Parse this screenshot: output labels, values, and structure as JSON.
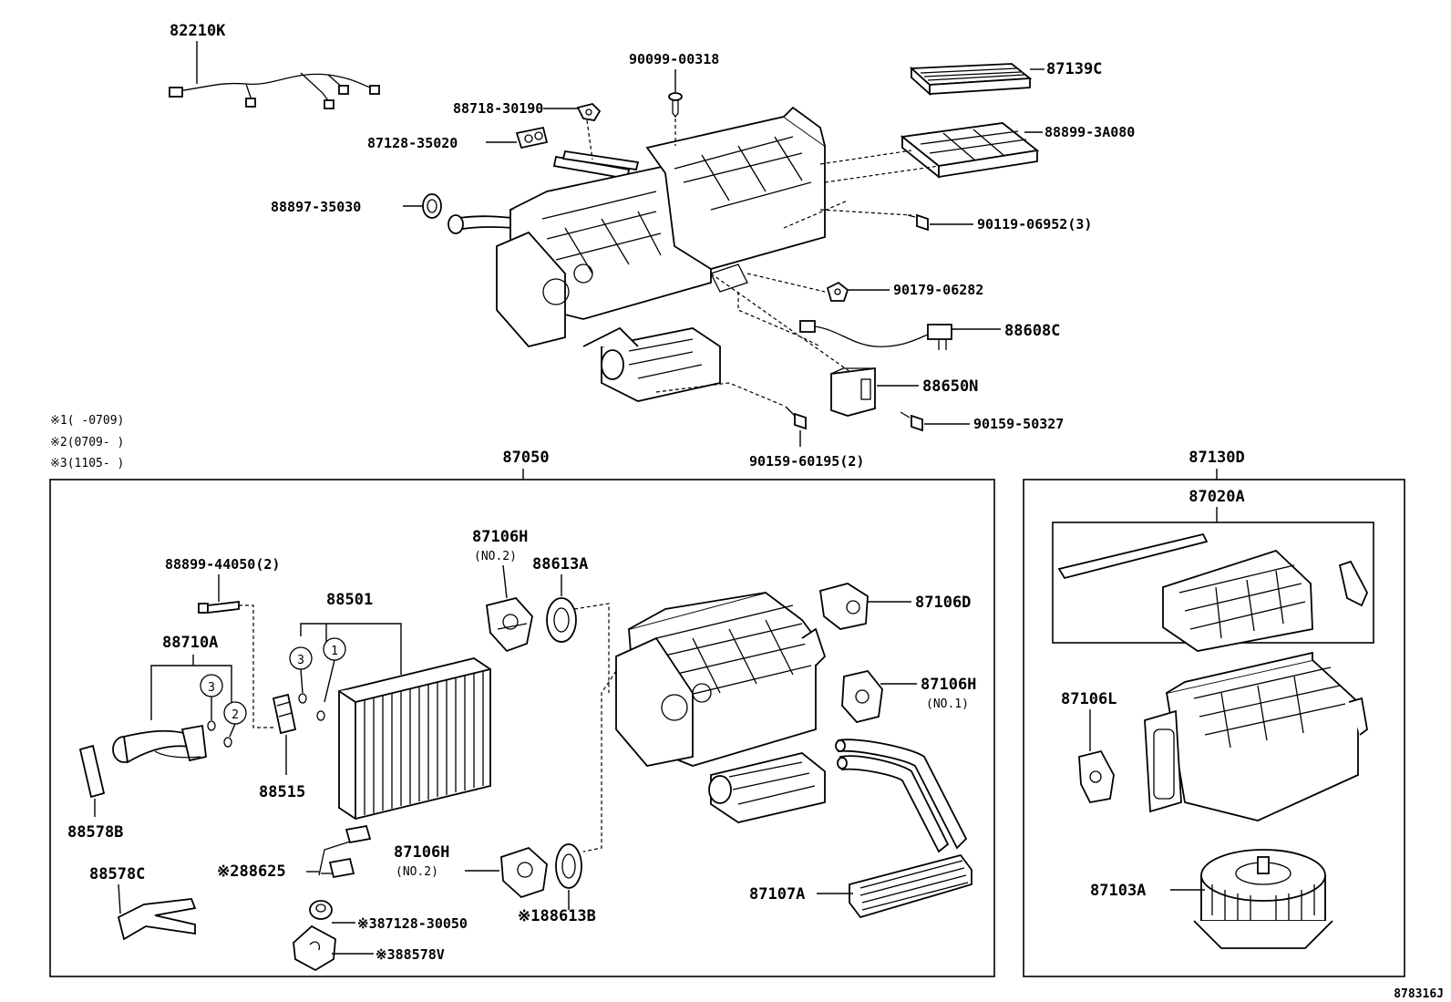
{
  "footer": {
    "code": "878316J"
  },
  "notes": [
    {
      "mark": "※1",
      "text": "(    -0709)"
    },
    {
      "mark": "※2",
      "text": "(0709-    )"
    },
    {
      "mark": "※3",
      "text": "(1105-    )"
    }
  ],
  "assemblies": {
    "left_box": "87050",
    "right_box": "87130D",
    "inner_box": "87020A"
  },
  "labels": {
    "p82210K": "82210K",
    "p90099": "90099-00318",
    "p87139C": "87139C",
    "p88718": "88718-30190",
    "p88899_3A080": "88899-3A080",
    "p87128_35020": "87128-35020",
    "p88897": "88897-35030",
    "p90119": "90119-06952(3)",
    "p90179": "90179-06282",
    "p88608C": "88608C",
    "p88650N": "88650N",
    "p90159_50327": "90159-50327",
    "p90159_60195": "90159-60195(2)",
    "p87106H_top": "87106H",
    "p87106H_top_sub": "(NO.2)",
    "p88613A": "88613A",
    "p88899_44050": "88899-44050(2)",
    "p88501": "88501",
    "p87106D": "87106D",
    "p87106H_right": "87106H",
    "p87106H_right_sub": "(NO.1)",
    "p88710A": "88710A",
    "p88515": "88515",
    "p88578B": "88578B",
    "p88578C": "88578C",
    "p88625": "88625",
    "p88625_mark": "※2",
    "p87106H_bot": "87106H",
    "p87106H_bot_sub": "(NO.2)",
    "p88613B": "88613B",
    "p88613B_mark": "※1",
    "p87107A": "87107A",
    "p87128_30050": "87128-30050",
    "p87128_30050_mark": "※3",
    "p88578V": "88578V",
    "p88578V_mark": "※3",
    "p87106L": "87106L",
    "p87103A": "87103A"
  },
  "callouts": {
    "c1": "1",
    "c2": "2",
    "c3a": "3",
    "c3b": "3"
  }
}
